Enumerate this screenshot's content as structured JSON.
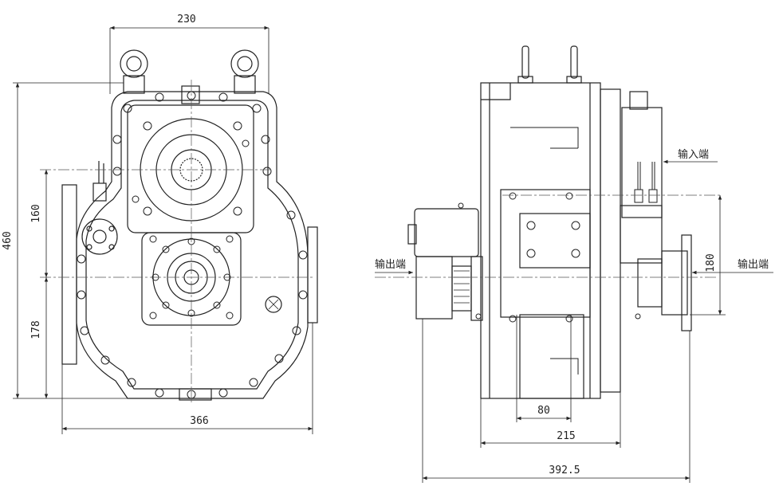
{
  "front_view": {
    "dims": {
      "width_top": "230",
      "height_total": "460",
      "height_upper": "160",
      "height_lower": "178",
      "width_bottom": "366"
    }
  },
  "side_view": {
    "labels": {
      "input_end": "输入端",
      "output_end_left": "输出端",
      "output_end_right": "输出端"
    },
    "dims": {
      "height_right": "180",
      "width_80": "80",
      "width_215": "215",
      "width_total": "392.5"
    }
  },
  "colors": {
    "line": "#222222",
    "center_line": "#555555",
    "background": "#ffffff"
  }
}
